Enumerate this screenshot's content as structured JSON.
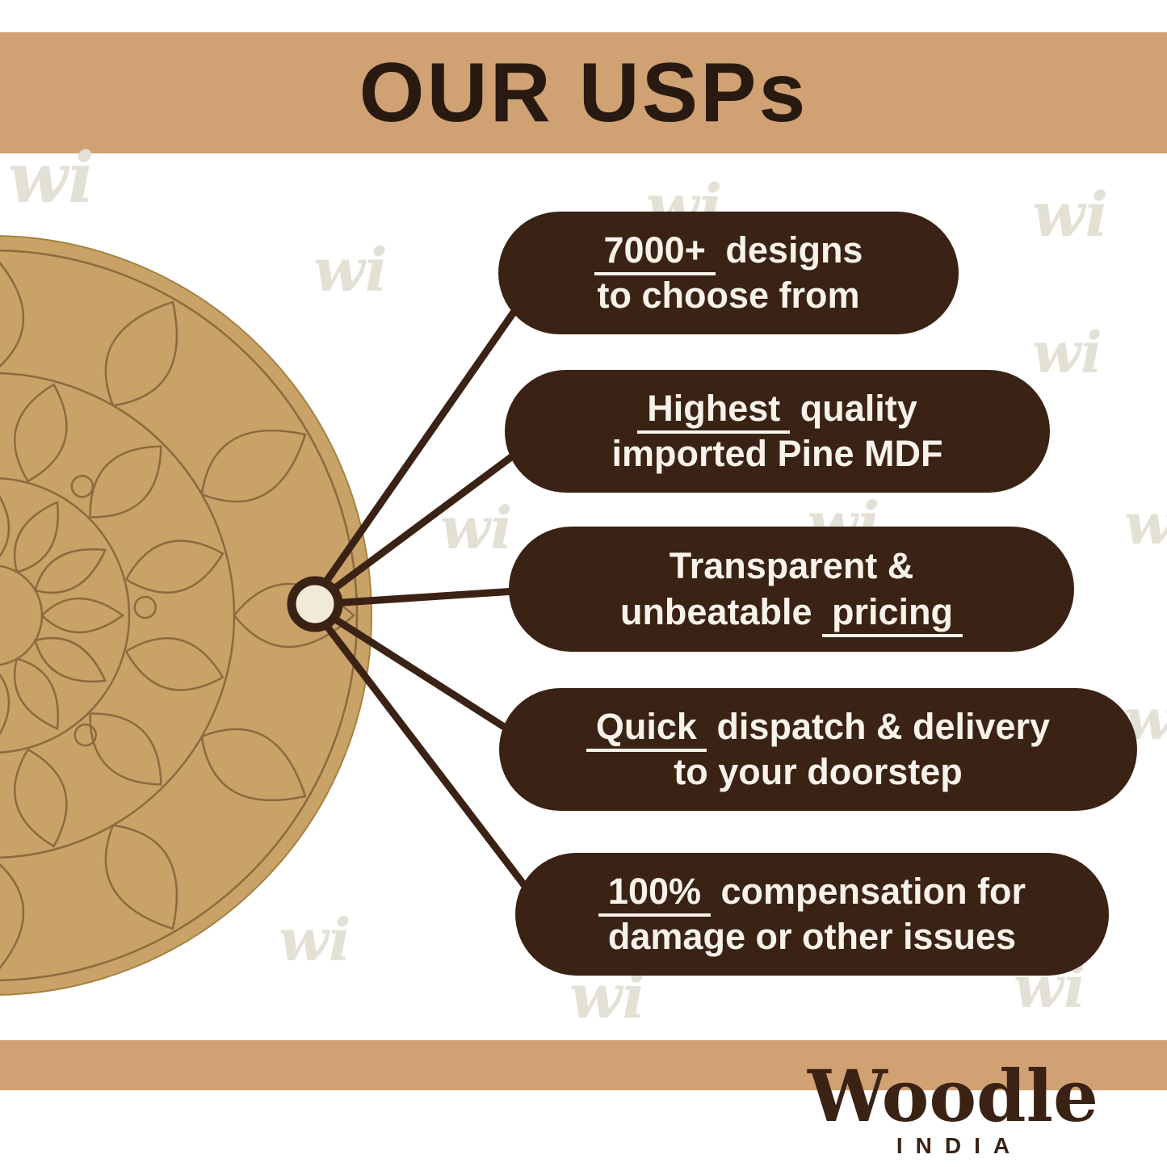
{
  "header": {
    "title": "OUR USPs"
  },
  "watermark": {
    "text": "wi"
  },
  "pills": [
    {
      "seg_u": "7000+",
      "seg_rest": " designs",
      "line2": "to choose from"
    },
    {
      "seg_u": "Highest",
      "seg_rest": " quality",
      "line2": "imported Pine MDF"
    },
    {
      "line1": "Transparent &",
      "seg_pre": "unbeatable ",
      "seg_u": "pricing"
    },
    {
      "seg_u": "Quick",
      "seg_rest": " dispatch & delivery",
      "line2": "to your doorstep"
    },
    {
      "seg_u": "100%",
      "seg_rest": " compensation for",
      "line2": "damage or other issues"
    }
  ],
  "footer": {
    "brand": "Woodle",
    "country": "INDIA"
  },
  "colors": {
    "band_tan": "#D0A173",
    "pill_brown": "#3A2214",
    "disc_tan": "#C9A267",
    "mandala_line": "#8C6A40",
    "cream_text": "#F8F3EA",
    "title_dark": "#281A10",
    "watermark_gray": "#E3E0D6"
  }
}
